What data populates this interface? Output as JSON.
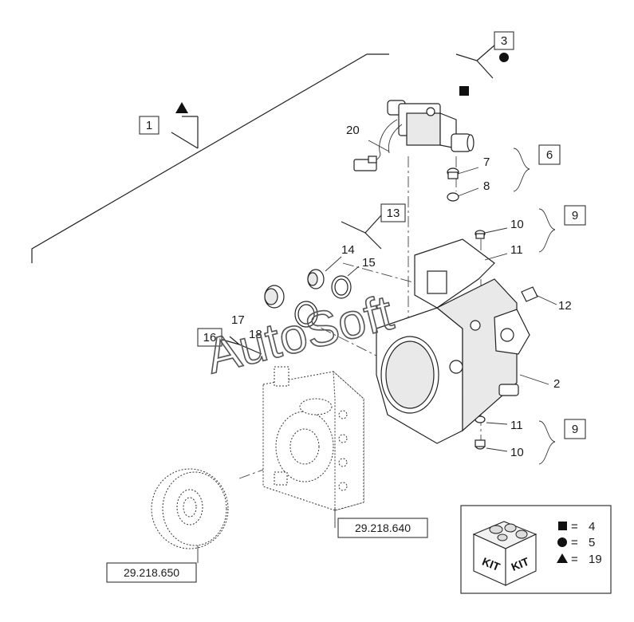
{
  "callouts": {
    "c1": "1",
    "c2": "2",
    "c3": "3",
    "c6": "6",
    "c7": "7",
    "c8": "8",
    "c9a": "9",
    "c9b": "9",
    "c10a": "10",
    "c10b": "10",
    "c11a": "11",
    "c11b": "11",
    "c12": "12",
    "c13": "13",
    "c14": "14",
    "c15": "15",
    "c16": "16",
    "c17": "17",
    "c18": "18",
    "c20": "20"
  },
  "references": {
    "ref_640": "29.218.640",
    "ref_650": "29.218.650"
  },
  "watermark": "AutoSoft",
  "legend": {
    "kit_label_left": "KIT",
    "kit_label_right": "KIT",
    "rows": [
      {
        "symbol": "square-icon",
        "eq": "=",
        "value": "4"
      },
      {
        "symbol": "circle-icon",
        "eq": "=",
        "value": "5"
      },
      {
        "symbol": "triangle-icon",
        "eq": "=",
        "value": "19"
      }
    ]
  }
}
